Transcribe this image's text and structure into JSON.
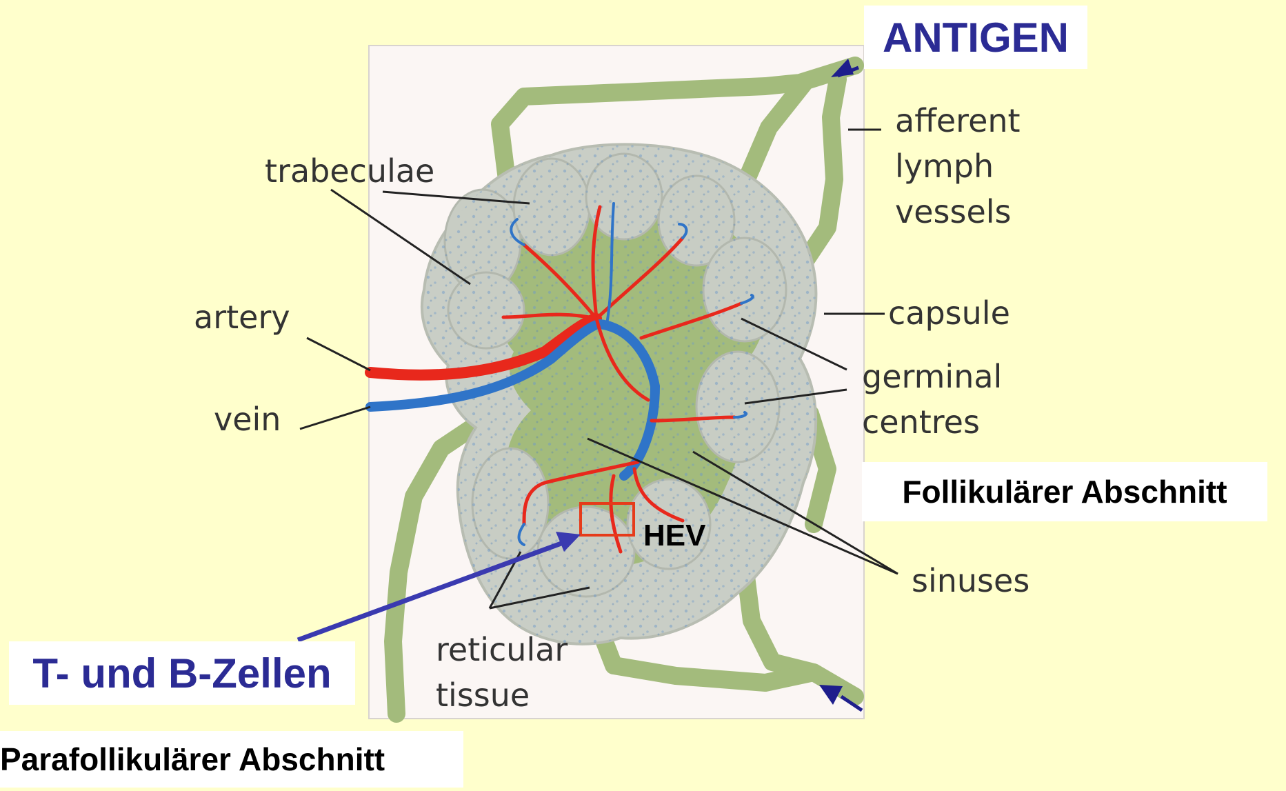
{
  "diagram_labels": {
    "trabeculae": "trabeculae",
    "artery": "artery",
    "vein": "vein",
    "afferent_lymph_vessels": [
      "afferent",
      "lymph",
      "vessels"
    ],
    "capsule": "capsule",
    "germinal_centres": [
      "germinal",
      "centres"
    ],
    "sinuses": "sinuses",
    "reticular_tissue": [
      "reticular",
      "tissue"
    ],
    "hev": "HEV"
  },
  "callouts": {
    "antigen": "ANTIGEN",
    "t_and_b_cells": "T- und B-Zellen",
    "follicular": "Follikulärer Abschnitt",
    "parafollicular": "Parafollikulärer Abschnitt"
  },
  "colors": {
    "slide_background": "#ffffcc",
    "callout_blue": "#2b2b94",
    "artery_red": "#e8281c",
    "vein_blue": "#2f74c8",
    "node_green": "#a3bb7c",
    "follicle_grey": "#c8cdc4",
    "hev_box": "#e63b1a"
  }
}
